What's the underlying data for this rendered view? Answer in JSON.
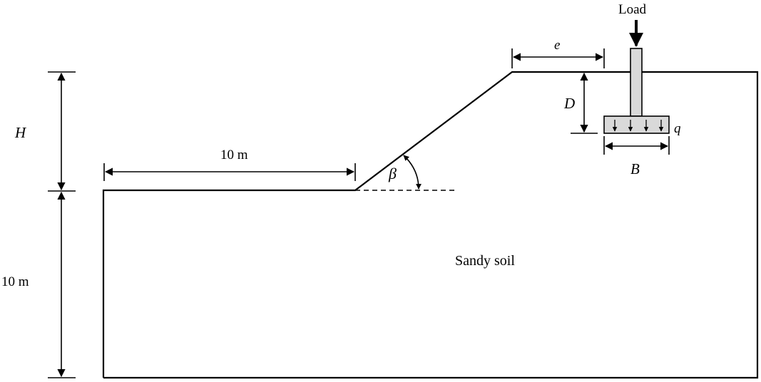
{
  "labels": {
    "load": "Load",
    "e": "e",
    "D": "D",
    "q": "q",
    "B": "B",
    "H": "H",
    "beta": "β",
    "crest_distance": "10 m",
    "base_depth": "10 m",
    "soil": "Sandy soil"
  }
}
